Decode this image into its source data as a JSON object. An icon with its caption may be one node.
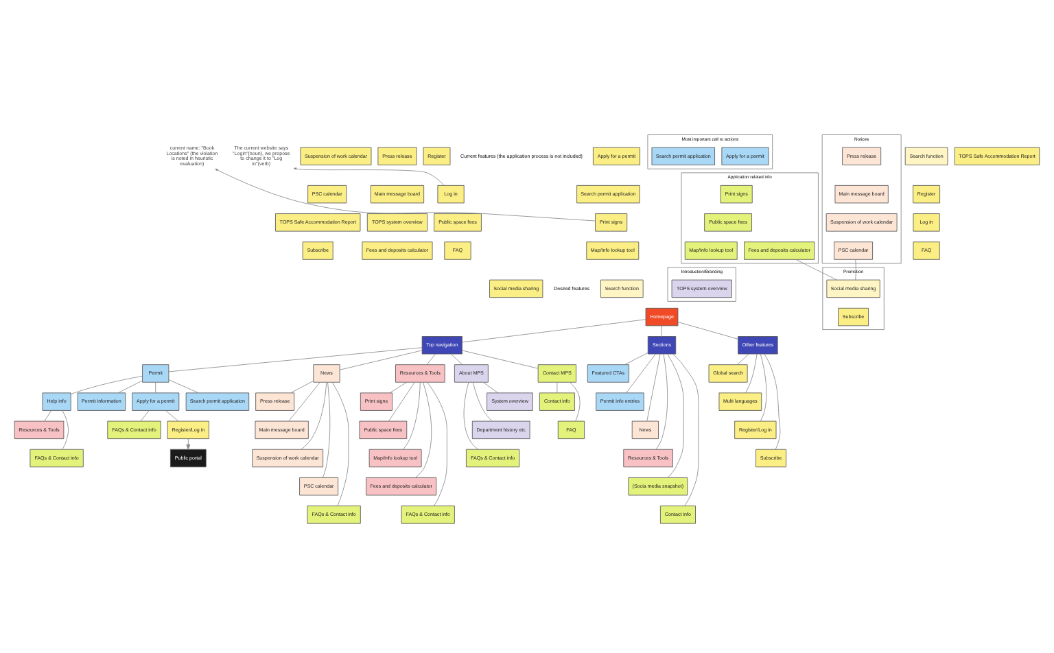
{
  "diagram": {
    "nodes": [
      {
        "text": [
          "Apply for a permit"
        ]
      },
      {
        "text": [
          "Register"
        ]
      },
      {
        "text": [
          "Press release"
        ]
      },
      {
        "text": [
          "Suspension of work calendar"
        ]
      },
      {
        "text": [
          "Search permit application"
        ]
      },
      {
        "text": [
          "Log in"
        ]
      },
      {
        "text": [
          "Main message board"
        ]
      },
      {
        "text": [
          "PSC calendar"
        ]
      },
      {
        "text": [
          "Print signs"
        ]
      },
      {
        "text": [
          "Public space fees"
        ]
      },
      {
        "text": [
          "TOPS system overview"
        ]
      },
      {
        "text": [
          "TOPS Safe Accommodation Report"
        ]
      },
      {
        "text": [
          "Map/Info lookup tool"
        ]
      },
      {
        "text": [
          "FAQ"
        ]
      },
      {
        "text": [
          "Fees and deposits calculator"
        ]
      },
      {
        "text": [
          "Subscribe"
        ]
      },
      {
        "text": [
          "The current website says \"Login\"(noun), we propose to change it to \"Log in\"(verb)"
        ]
      },
      {
        "text": [
          "current name: \"Book Locations\" (the violation is noted in heuristic evaluation)"
        ]
      },
      {
        "text": [
          "Search function"
        ]
      },
      {
        "text": [
          "Social media sharing"
        ]
      },
      {
        "text": [
          "Search function"
        ]
      },
      {
        "text": [
          "Register"
        ]
      },
      {
        "text": [
          "Log in"
        ]
      },
      {
        "text": [
          "FAQ"
        ]
      },
      {
        "text": [
          "Most important call to actions"
        ]
      },
      {
        "text": [
          "Apply for a permit"
        ],
        "in": 24
      },
      {
        "text": [
          "Search permit application"
        ],
        "in": 24
      },
      {
        "text": [
          "Application related info"
        ]
      },
      {
        "text": [
          "Print signs"
        ],
        "in": 27
      },
      {
        "text": [
          "Public space fees"
        ],
        "in": 27
      },
      {
        "text": [
          "Fees and deposits calculator"
        ],
        "in": 27
      },
      {
        "text": [
          "Map/Info lookup tool"
        ],
        "in": 27
      },
      {
        "text": [
          "Notices"
        ]
      },
      {
        "text": [
          "Press release"
        ],
        "in": 32
      },
      {
        "text": [
          "Main message board"
        ],
        "in": 32
      },
      {
        "text": [
          "Suspension of work calendar"
        ],
        "in": 32
      },
      {
        "text": [
          "PSC calendar"
        ],
        "in": 32
      },
      {
        "text": [
          "Promotion"
        ]
      },
      {
        "text": [
          "Social media sharing"
        ],
        "in": 37
      },
      {
        "text": [
          "Subscribe"
        ],
        "in": 37
      },
      {
        "text": [
          "Introduction/Branding"
        ]
      },
      {
        "text": [
          "TOPS system overview"
        ],
        "in": 40
      },
      {
        "text": [
          "TOPS Safe Accommodation Report"
        ]
      },
      {
        "text": [
          "Homepage"
        ]
      },
      {
        "text": [
          "Top navigation"
        ]
      },
      {
        "text": [
          "Sections"
        ]
      },
      {
        "text": [
          "Other features"
        ]
      },
      {
        "text": [
          "Permit"
        ]
      },
      {
        "text": [
          "News"
        ]
      },
      {
        "text": [
          "Resources & Tools"
        ]
      },
      {
        "text": [
          "About MPS"
        ]
      },
      {
        "text": [
          "Contact MPS"
        ]
      },
      {
        "text": [
          "Permit information"
        ]
      },
      {
        "text": [
          "Apply for a permit"
        ]
      },
      {
        "text": [
          "Search permit application"
        ]
      },
      {
        "text": [
          "Help info"
        ]
      },
      {
        "text": [
          "Register/Log in"
        ]
      },
      {
        "text": [
          "FAQs & Contact info"
        ]
      },
      {
        "text": [
          "Public portal"
        ]
      },
      {
        "text": [
          "Resources & Tools"
        ]
      },
      {
        "text": [
          "FAQs & Contact info"
        ]
      },
      {
        "text": [
          "Press release"
        ]
      },
      {
        "text": [
          "Main message board"
        ]
      },
      {
        "text": [
          "Suspension of work calendar"
        ]
      },
      {
        "text": [
          "PSC calendar"
        ]
      },
      {
        "text": [
          "FAQs & Contact info"
        ]
      },
      {
        "text": [
          "Print signs"
        ]
      },
      {
        "text": [
          "Public space fees"
        ]
      },
      {
        "text": [
          "Map/Info lookup tool"
        ]
      },
      {
        "text": [
          "Fees and deposits calculator"
        ]
      },
      {
        "text": [
          "FAQs & Contact info"
        ]
      },
      {
        "text": [
          "System overview"
        ]
      },
      {
        "text": [
          "Department history etc"
        ]
      },
      {
        "text": [
          "FAQs & Contact info"
        ]
      },
      {
        "text": [
          "Contact info"
        ]
      },
      {
        "text": [
          "FAQ"
        ]
      },
      {
        "text": [
          "Featured CTAs"
        ]
      },
      {
        "text": [
          "Permit info entries"
        ]
      },
      {
        "text": [
          "News"
        ]
      },
      {
        "text": [
          "Resources & Tools"
        ]
      },
      {
        "text": [
          "(Socia media snapshot)"
        ]
      },
      {
        "text": [
          "Contact info"
        ]
      },
      {
        "text": [
          "Global search"
        ]
      },
      {
        "text": [
          "Multi languages"
        ]
      },
      {
        "text": [
          "Register/Log in"
        ]
      },
      {
        "text": [
          "Subscribe"
        ]
      }
    ],
    "edges": [
      {
        "from": 5,
        "to": 16,
        "arrow": "to"
      },
      {
        "from": 8,
        "to": 17,
        "arrow": "to"
      },
      {
        "from": 30,
        "to": 38,
        "arrow": "none"
      },
      {
        "from": 36,
        "to": 38,
        "arrow": "none"
      },
      {
        "from": 43,
        "to": 44,
        "arrow": "none"
      },
      {
        "from": 43,
        "to": 45,
        "arrow": "none"
      },
      {
        "from": 43,
        "to": 46,
        "arrow": "none"
      },
      {
        "from": 44,
        "to": 47,
        "arrow": "none"
      },
      {
        "from": 44,
        "to": 48,
        "arrow": "none"
      },
      {
        "from": 44,
        "to": 49,
        "arrow": "none"
      },
      {
        "from": 44,
        "to": 50,
        "arrow": "none"
      },
      {
        "from": 44,
        "to": 51,
        "arrow": "none"
      },
      {
        "from": 47,
        "to": 52,
        "arrow": "none"
      },
      {
        "from": 47,
        "to": 53,
        "arrow": "none"
      },
      {
        "from": 47,
        "to": 54,
        "arrow": "none"
      },
      {
        "from": 47,
        "to": 55,
        "arrow": "none"
      },
      {
        "from": 53,
        "to": 56,
        "arrow": "none"
      },
      {
        "from": 53,
        "to": 57,
        "arrow": "none"
      },
      {
        "from": 56,
        "to": 58,
        "arrow": "to"
      },
      {
        "from": 55,
        "to": 59,
        "arrow": "none"
      },
      {
        "from": 55,
        "to": 60,
        "arrow": "none"
      },
      {
        "from": 48,
        "to": 61,
        "arrow": "none"
      },
      {
        "from": 48,
        "to": 62,
        "arrow": "none"
      },
      {
        "from": 48,
        "to": 63,
        "arrow": "none"
      },
      {
        "from": 48,
        "to": 64,
        "arrow": "none"
      },
      {
        "from": 48,
        "to": 65,
        "arrow": "none"
      },
      {
        "from": 49,
        "to": 66,
        "arrow": "none"
      },
      {
        "from": 49,
        "to": 67,
        "arrow": "none"
      },
      {
        "from": 49,
        "to": 68,
        "arrow": "none"
      },
      {
        "from": 49,
        "to": 69,
        "arrow": "none"
      },
      {
        "from": 49,
        "to": 70,
        "arrow": "none"
      },
      {
        "from": 50,
        "to": 71,
        "arrow": "none"
      },
      {
        "from": 50,
        "to": 72,
        "arrow": "none"
      },
      {
        "from": 50,
        "to": 73,
        "arrow": "none"
      },
      {
        "from": 51,
        "to": 74,
        "arrow": "none"
      },
      {
        "from": 51,
        "to": 75,
        "arrow": "none"
      },
      {
        "from": 45,
        "to": 76,
        "arrow": "none"
      },
      {
        "from": 45,
        "to": 77,
        "arrow": "none"
      },
      {
        "from": 45,
        "to": 78,
        "arrow": "none"
      },
      {
        "from": 45,
        "to": 79,
        "arrow": "none"
      },
      {
        "from": 45,
        "to": 80,
        "arrow": "none"
      },
      {
        "from": 45,
        "to": 81,
        "arrow": "none"
      },
      {
        "from": 46,
        "to": 82,
        "arrow": "none"
      },
      {
        "from": 46,
        "to": 83,
        "arrow": "none"
      },
      {
        "from": 46,
        "to": 84,
        "arrow": "none"
      },
      {
        "from": 46,
        "to": 85,
        "arrow": "none"
      }
    ],
    "labels": [
      "Current features (the application process is not included)",
      "Desired features"
    ]
  }
}
